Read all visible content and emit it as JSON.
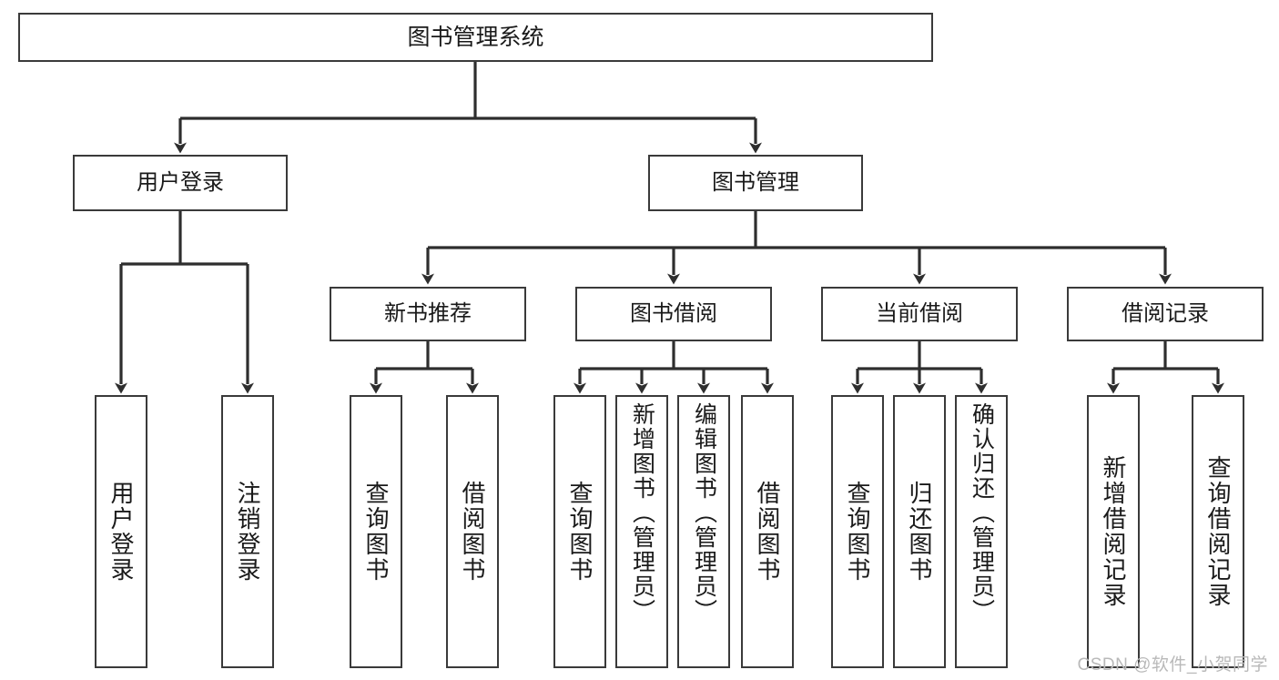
{
  "diagram": {
    "title": "图书管理系统",
    "type": "hierarchy-tree",
    "levels": 4,
    "nodes": {
      "root": {
        "label": "图书管理系统"
      },
      "level2": [
        {
          "id": "user-login",
          "label": "用户登录"
        },
        {
          "id": "book-management",
          "label": "图书管理"
        }
      ],
      "level3": [
        {
          "id": "new-book-recommend",
          "label": "新书推荐"
        },
        {
          "id": "book-borrow",
          "label": "图书借阅"
        },
        {
          "id": "current-borrow",
          "label": "当前借阅"
        },
        {
          "id": "borrow-record",
          "label": "借阅记录"
        }
      ],
      "leaves": {
        "user_login": [
          {
            "id": "leaf-user-login",
            "label": "用户登录"
          },
          {
            "id": "leaf-logout-login",
            "label": "注销登录"
          }
        ],
        "new_book_recommend": [
          {
            "id": "leaf-query-book-1",
            "label": "查询图书"
          },
          {
            "id": "leaf-borrow-book-1",
            "label": "借阅图书"
          }
        ],
        "book_borrow": [
          {
            "id": "leaf-query-book-2",
            "label": "查询图书"
          },
          {
            "id": "leaf-add-book",
            "label": "新增图书（管理员）"
          },
          {
            "id": "leaf-edit-book",
            "label": "编辑图书（管理员）"
          },
          {
            "id": "leaf-borrow-book-2",
            "label": "借阅图书"
          }
        ],
        "current_borrow": [
          {
            "id": "leaf-query-book-3",
            "label": "查询图书"
          },
          {
            "id": "leaf-return-book",
            "label": "归还图书"
          },
          {
            "id": "leaf-confirm-return",
            "label": "确认归还（管理员）"
          }
        ],
        "borrow_record": [
          {
            "id": "leaf-add-record",
            "label": "新增借阅记录"
          },
          {
            "id": "leaf-query-record",
            "label": "查询借阅记录"
          }
        ]
      }
    },
    "colors": {
      "stroke": "#3a3a3a",
      "fill": "#ffffff",
      "text": "#1a1a1a",
      "watermark": "#b9b9b9"
    }
  },
  "watermark": {
    "text": "CSDN @软件_小贺同学"
  }
}
